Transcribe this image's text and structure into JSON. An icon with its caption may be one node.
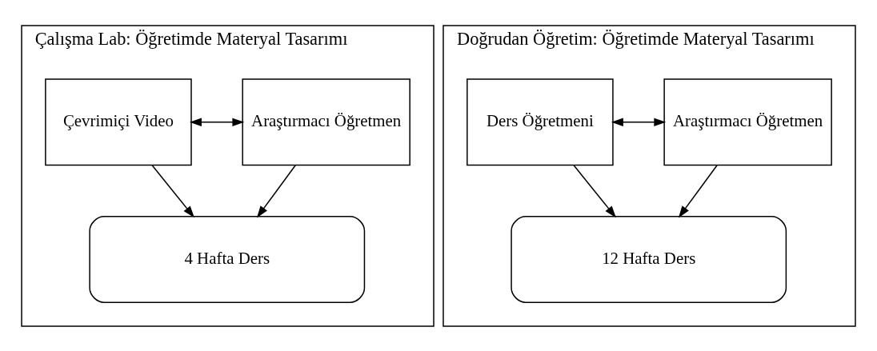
{
  "diagram": {
    "nodes": [
      {
        "text": [
          "Çalışma Lab: Öğretimde Materyal Tasarımı"
        ]
      },
      {
        "text": [
          "Çevrimiçi Video"
        ],
        "in": 0
      },
      {
        "text": [
          "Araştırmacı Öğretmen"
        ],
        "in": 0
      },
      {
        "text": [
          "4 Hafta Ders"
        ],
        "in": 0
      },
      {
        "text": [
          "Doğrudan Öğretim: Öğretimde Materyal Tasarımı"
        ]
      },
      {
        "text": [
          "Ders Öğretmeni"
        ],
        "in": 4
      },
      {
        "text": [
          "Araştırmacı Öğretmen"
        ],
        "in": 4
      },
      {
        "text": [
          "12 Hafta Ders"
        ],
        "in": 4
      }
    ],
    "edges": [
      {
        "from": 1,
        "to": 2,
        "arrow": "both"
      },
      {
        "from": 1,
        "to": 3,
        "arrow": "to"
      },
      {
        "from": 2,
        "to": 3,
        "arrow": "to"
      },
      {
        "from": 5,
        "to": 6,
        "arrow": "both"
      },
      {
        "from": 5,
        "to": 7,
        "arrow": "to"
      },
      {
        "from": 6,
        "to": 7,
        "arrow": "to"
      }
    ]
  }
}
